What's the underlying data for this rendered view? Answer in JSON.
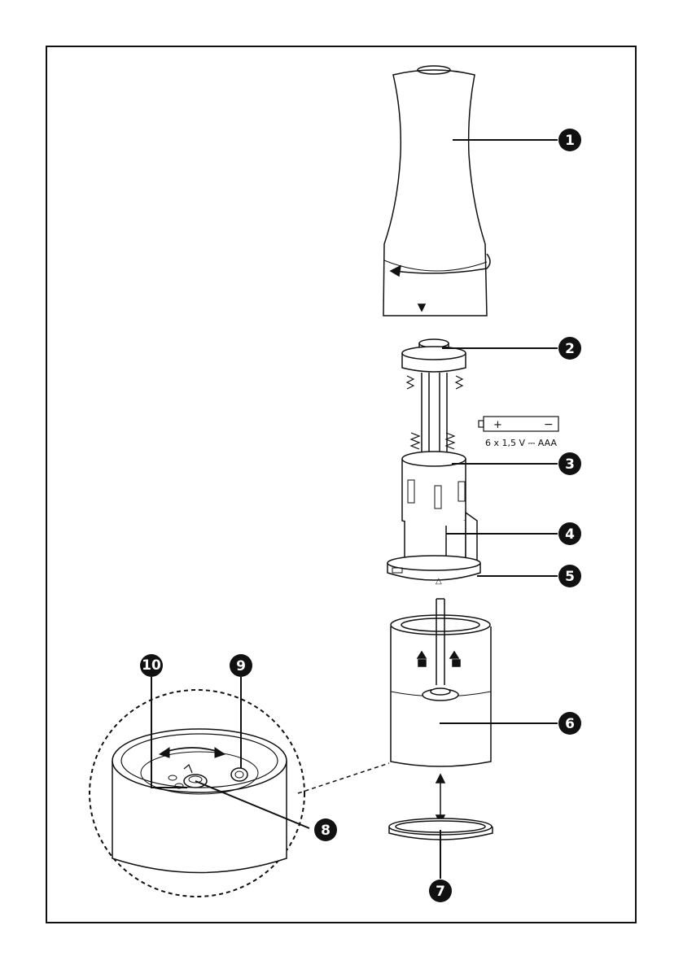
{
  "callouts": [
    {
      "id": "1",
      "label": "1"
    },
    {
      "id": "2",
      "label": "2"
    },
    {
      "id": "3",
      "label": "3"
    },
    {
      "id": "4",
      "label": "4"
    },
    {
      "id": "5",
      "label": "5"
    },
    {
      "id": "6",
      "label": "6"
    },
    {
      "id": "7",
      "label": "7"
    },
    {
      "id": "8",
      "label": "8"
    },
    {
      "id": "9",
      "label": "9"
    },
    {
      "id": "10",
      "label": "10"
    }
  ],
  "battery": {
    "plus": "+",
    "minus": "−",
    "spec": "6 x 1,5 V ⎓ AAA"
  },
  "cell_label": "AAA",
  "triangle_mark": "△"
}
